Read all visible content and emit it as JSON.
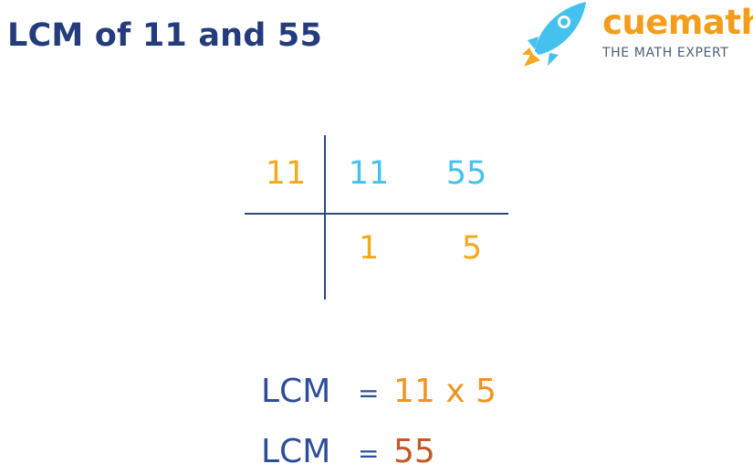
{
  "title": "LCM of 11 and 55",
  "logo": {
    "wordmark": "cuemath",
    "tagline": "THE MATH EXPERT",
    "icon": "rocket-icon"
  },
  "ladder": {
    "divisor": "11",
    "row1": [
      "11",
      "55"
    ],
    "row2": [
      "1",
      "5"
    ]
  },
  "result": {
    "line1": {
      "label": "LCM",
      "equals": "=",
      "expr": "11 x 5"
    },
    "line2": {
      "label": "LCM",
      "equals": "=",
      "value": "55"
    }
  },
  "colors": {
    "title": "#243c7c",
    "divisor": "#f4a81c",
    "row1": "#45c1ee",
    "row2": "#f4a81c",
    "lcm_label": "#2e4d99",
    "expr": "#ee9521",
    "answer": "#c35a26",
    "lines": "#2f4979"
  }
}
